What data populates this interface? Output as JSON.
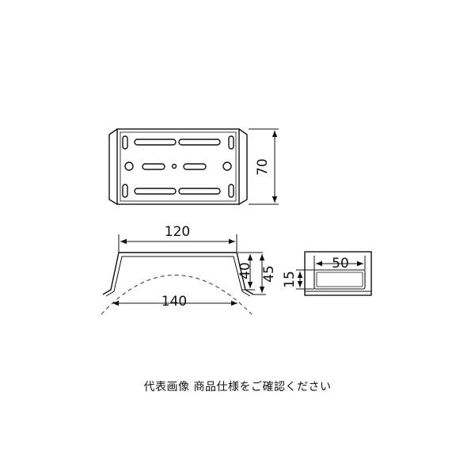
{
  "drawing": {
    "top_view": {
      "height_label": "70"
    },
    "front_view": {
      "inner_width_label": "120",
      "outer_width_label": "140",
      "inner_height_label": "40",
      "outer_height_label": "45"
    },
    "side_view": {
      "slot_length_label": "50",
      "slot_width_label": "15"
    }
  },
  "caption": "代表画像 商品仕様をご確認ください"
}
